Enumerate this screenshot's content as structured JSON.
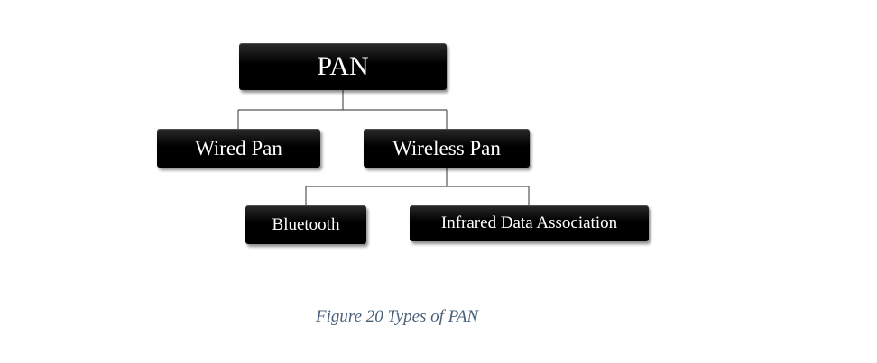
{
  "diagram": {
    "nodes": {
      "root": "PAN",
      "wired": "Wired Pan",
      "wireless": "Wireless Pan",
      "bluetooth": "Bluetooth",
      "irda": "Infrared Data Association"
    },
    "edges": [
      [
        "root",
        "wired"
      ],
      [
        "root",
        "wireless"
      ],
      [
        "wireless",
        "bluetooth"
      ],
      [
        "wireless",
        "irda"
      ]
    ]
  },
  "caption": "Figure 20 Types of PAN"
}
